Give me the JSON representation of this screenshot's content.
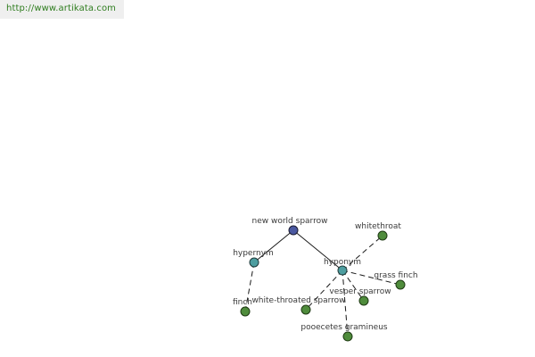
{
  "banner": {
    "url": "http://www.artikata.com"
  },
  "graph": {
    "root": "new world sparrow",
    "relations": {
      "hypernym": "hypernym",
      "hyponym": "hyponym"
    },
    "words": {
      "finch": "finch",
      "whitethroat": "whitethroat",
      "grass_finch": "grass finch",
      "vesper_sparrow": "vesper sparrow",
      "white_throated_sparrow": "white-throated sparrow",
      "pooecetes_gramineus": "pooecetes gramineus"
    }
  },
  "colors": {
    "root_node": "#4a58a0",
    "relation_node": "#4d9ea0",
    "word_node": "#4f8c3c",
    "banner_text": "#2f7d1f"
  }
}
